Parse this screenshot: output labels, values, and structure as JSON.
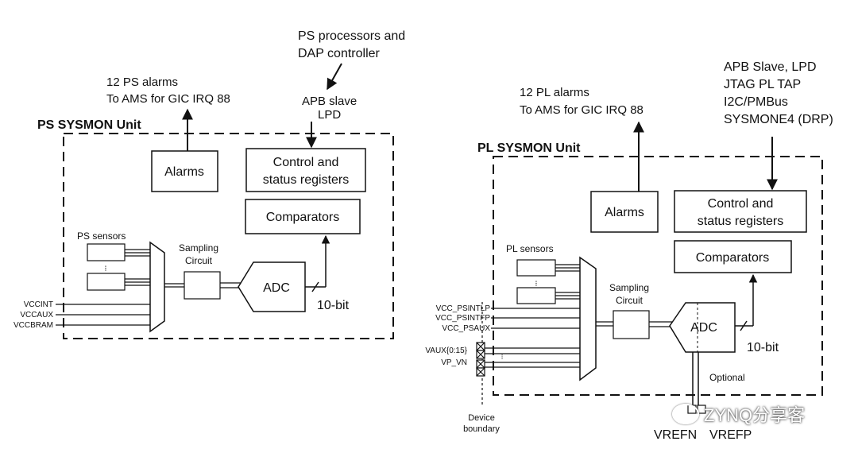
{
  "ps": {
    "unit_title": "PS SYSMON Unit",
    "alarms_out": [
      "12 PS alarms",
      "To AMS for GIC IRQ 88"
    ],
    "processor_in": [
      "PS processors and",
      "DAP controller"
    ],
    "apb": [
      "APB slave",
      "LPD"
    ],
    "alarms_box": "Alarms",
    "ctrl_box": [
      "Control and",
      "status registers"
    ],
    "comparators": "Comparators",
    "sensors": "PS sensors",
    "sampling": [
      "Sampling",
      "Circuit"
    ],
    "adc": "ADC",
    "bits": "10-bit",
    "inputs": [
      "VCCINT",
      "VCCAUX",
      "VCCBRAM"
    ],
    "ellipsis": "⁝"
  },
  "pl": {
    "unit_title": "PL SYSMON Unit",
    "alarms_out": [
      "12 PL alarms",
      "To AMS for GIC IRQ 88"
    ],
    "interfaces": [
      "APB Slave, LPD",
      "JTAG PL TAP",
      "I2C/PMBus",
      "SYSMONE4 (DRP)"
    ],
    "alarms_box": "Alarms",
    "ctrl_box": [
      "Control and",
      "status registers"
    ],
    "comparators": "Comparators",
    "sensors": "PL sensors",
    "sampling": [
      "Sampling",
      "Circuit"
    ],
    "adc": "ADC",
    "bits": "10-bit",
    "inputs": [
      "VCC_PSINTLP",
      "VCC_PSINTFP",
      "VCC_PSAUX"
    ],
    "aux_inputs": [
      "VAUX{0:15}",
      "VP_VN"
    ],
    "optional": "Optional",
    "device_boundary": [
      "Device",
      "boundary"
    ],
    "vref": [
      "VREFN",
      "VREFP"
    ],
    "ellipsis": "⁝"
  },
  "watermark": "ZYNQ分享客"
}
